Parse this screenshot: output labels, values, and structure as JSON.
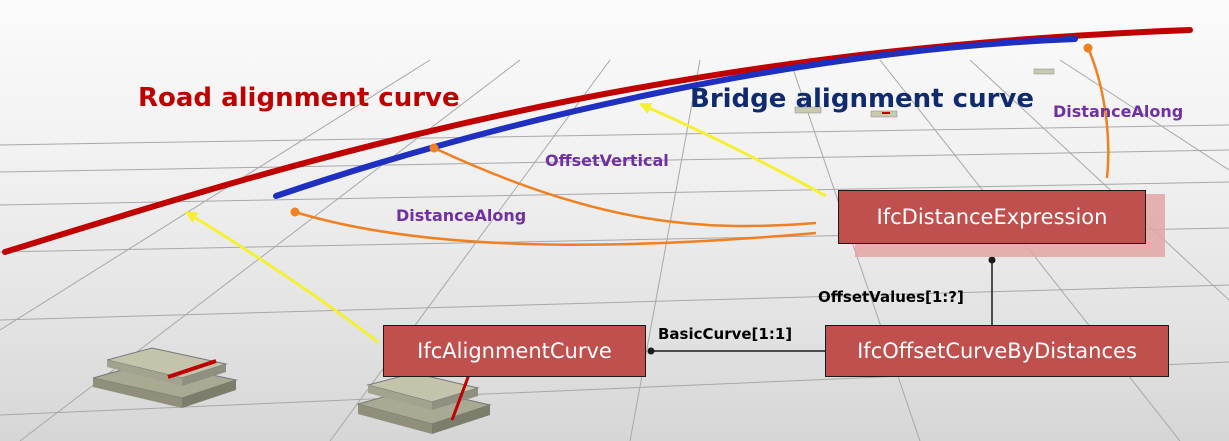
{
  "curves": {
    "road_label": "Road alignment curve",
    "bridge_label": "Bridge alignment curve",
    "road_color": "#c00000",
    "bridge_color": "#1f2fc0",
    "road_label_color": "#c00000",
    "bridge_label_color": "#102a6e"
  },
  "entities": {
    "distance_expression": "IfcDistanceExpression",
    "alignment_curve": "IfcAlignmentCurve",
    "offset_curve": "IfcOffsetCurveByDistances",
    "box_color": "#c0504d"
  },
  "attributes": {
    "offset_vertical": "OffsetVertical",
    "distance_along_1": "DistanceAlong",
    "distance_along_2": "DistanceAlong",
    "label_color": "#7030a0",
    "leader_color": "#f08020"
  },
  "relations": {
    "basic_curve": "BasicCurve[1:1]",
    "offset_values": "OffsetValues[1:?]"
  },
  "arrows": {
    "color": "#f5f032"
  }
}
